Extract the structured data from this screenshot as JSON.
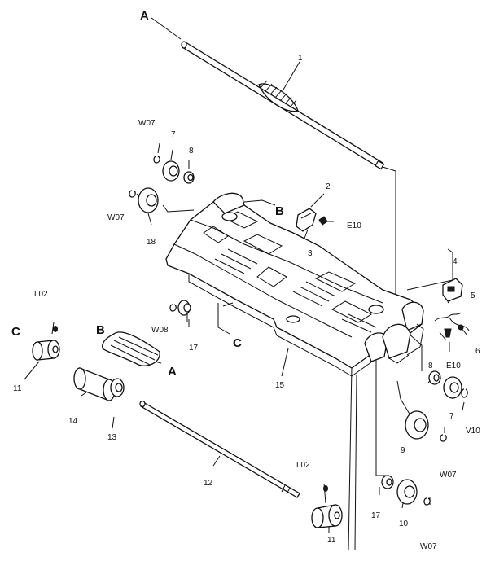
{
  "labels": {
    "letter_a_top": "A",
    "letter_a_right": "A",
    "letter_b_upper": "B",
    "letter_b_left": "B",
    "letter_c_left": "C",
    "letter_c_mid": "C",
    "n1": "1",
    "n2": "2",
    "n3": "3",
    "n4": "4",
    "n5": "5",
    "n6": "6",
    "n7_left": "7",
    "n7_right": "7",
    "n8_left": "8",
    "n8_right": "8",
    "n9": "9",
    "n10": "10",
    "n11_left": "11",
    "n11_bottom": "11",
    "n12": "12",
    "n13": "13",
    "n14": "14",
    "n15": "15",
    "n17_left": "17",
    "n17_bottom": "17",
    "n18": "18",
    "w07_top": "W07",
    "w07_left": "W07",
    "w07_right": "W07",
    "w07_bottom": "W07",
    "w08": "W08",
    "e10_top": "E10",
    "e10_right": "E10",
    "v10": "V10",
    "l02_left": "L02",
    "l02_bottom": "L02"
  }
}
